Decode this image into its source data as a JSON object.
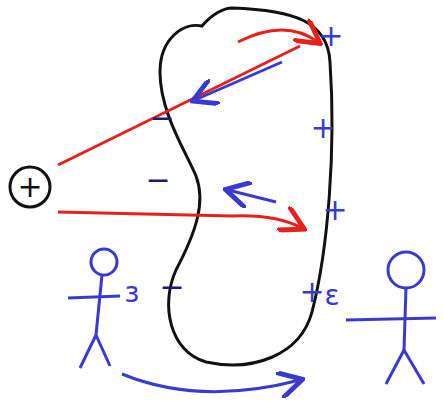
{
  "diagram": {
    "nodes": [
      {
        "text": [
          "+"
        ]
      }
    ],
    "labels": [
      "−",
      "−",
      "−",
      "+",
      "+",
      "+",
      "+",
      "ε",
      "ε"
    ]
  }
}
